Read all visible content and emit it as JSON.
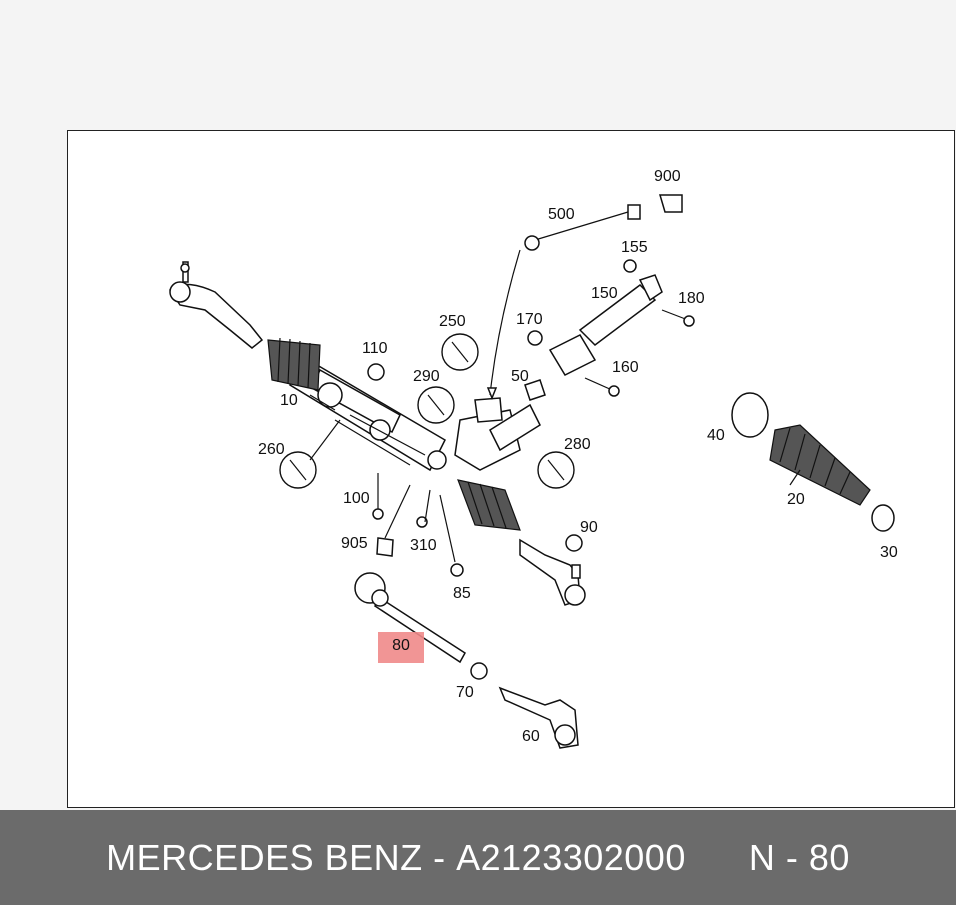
{
  "footer": {
    "brand": "MERCEDES BENZ",
    "separator": " - ",
    "part_number": "A2123302000",
    "gap": "      ",
    "position_ref": "N - 80"
  },
  "highlight": {
    "label": "80",
    "color": "#f08a8a"
  },
  "callouts": [
    {
      "id": "900",
      "text": "900"
    },
    {
      "id": "500",
      "text": "500"
    },
    {
      "id": "155",
      "text": "155"
    },
    {
      "id": "150",
      "text": "150"
    },
    {
      "id": "180",
      "text": "180"
    },
    {
      "id": "250",
      "text": "250"
    },
    {
      "id": "170",
      "text": "170"
    },
    {
      "id": "110",
      "text": "110"
    },
    {
      "id": "290",
      "text": "290"
    },
    {
      "id": "50",
      "text": "50"
    },
    {
      "id": "160",
      "text": "160"
    },
    {
      "id": "10",
      "text": "10"
    },
    {
      "id": "40",
      "text": "40"
    },
    {
      "id": "280",
      "text": "280"
    },
    {
      "id": "260",
      "text": "260"
    },
    {
      "id": "20",
      "text": "20"
    },
    {
      "id": "100",
      "text": "100"
    },
    {
      "id": "90",
      "text": "90"
    },
    {
      "id": "905",
      "text": "905"
    },
    {
      "id": "310",
      "text": "310"
    },
    {
      "id": "30",
      "text": "30"
    },
    {
      "id": "85",
      "text": "85"
    },
    {
      "id": "70",
      "text": "70"
    },
    {
      "id": "60",
      "text": "60"
    }
  ]
}
